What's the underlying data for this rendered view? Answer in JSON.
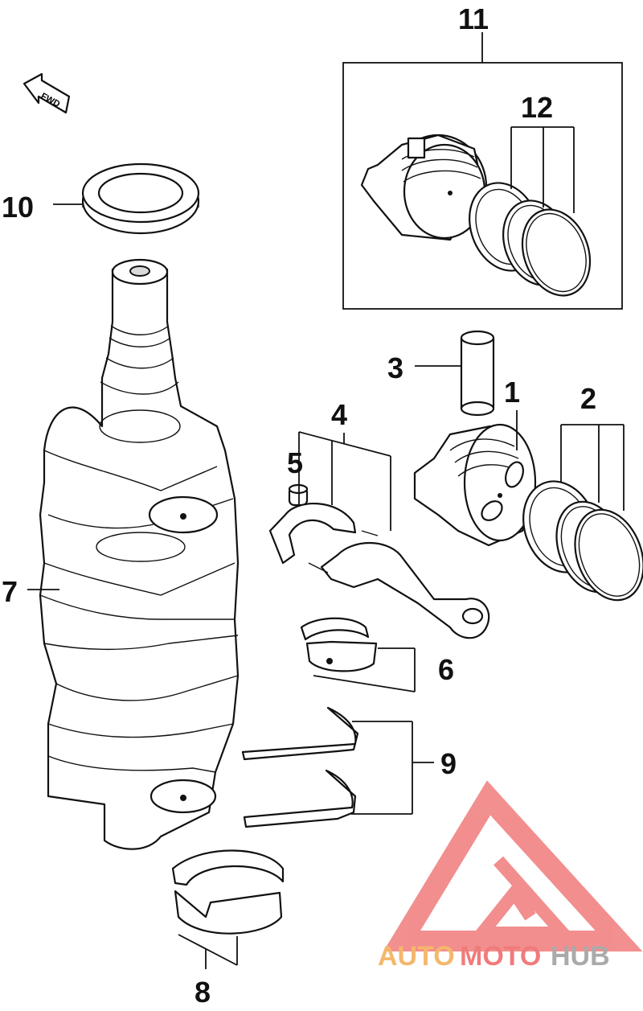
{
  "diagram": {
    "fwd_label": "FWD",
    "callouts": {
      "c1": "1",
      "c2": "2",
      "c3": "3",
      "c4": "4",
      "c5": "5",
      "c6": "6",
      "c7": "7",
      "c8": "8",
      "c9": "9",
      "c10": "10",
      "c11": "11",
      "c12": "12"
    }
  },
  "watermark": {
    "part1": "AUTO",
    "part2": "MOTO",
    "part3": "HUB",
    "color_part1": "#f5b76b",
    "color_part2": "#f07b7b",
    "color_part3": "#aaaaaa",
    "logo_color": "#f07b7b"
  }
}
